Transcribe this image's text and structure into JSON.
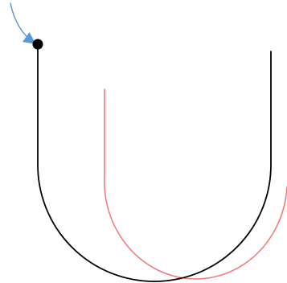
{
  "diagram": {
    "shapes": [
      {
        "kind": "u-curve",
        "name": "black-u-curve",
        "color": "#000000"
      },
      {
        "kind": "u-curve",
        "name": "red-u-curve",
        "color": "#f47c7c"
      }
    ],
    "start_marker": {
      "name": "start-dot",
      "color": "#000000"
    },
    "arrow": {
      "name": "blue-arrow",
      "color": "#5b9bd5"
    }
  }
}
